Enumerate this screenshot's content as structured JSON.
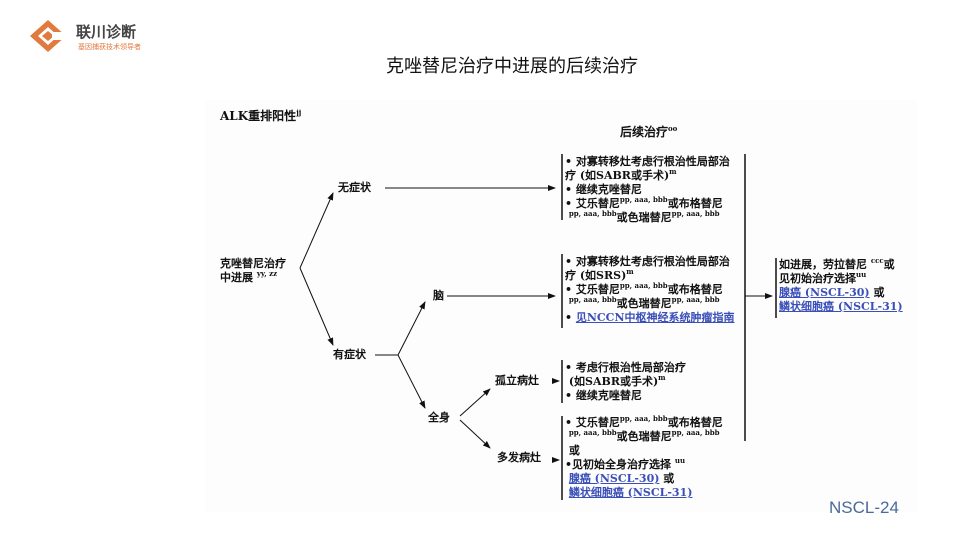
{
  "logo": {
    "name": "联川诊断",
    "tagline": "基因捕获技术领导者",
    "brand_color": "#e07a3e"
  },
  "title": "克唑替尼治疗中进展的后续治疗",
  "diagram": {
    "header_left": {
      "text": "ALK重排阳性",
      "sup": "jj"
    },
    "header_right": {
      "text": "后续治疗",
      "sup": "oo"
    },
    "root": {
      "line1": "克唑替尼治疗",
      "line2": "中进展",
      "sup": "yy, zz"
    },
    "asymptomatic": "无症状",
    "symptomatic": "有症状",
    "brain": "脑",
    "systemic": "全身",
    "isolated": "孤立病灶",
    "multiple": "多发病灶",
    "box1": {
      "l1": "• 对寡转移灶考虑行根治性局部治",
      "l2": "疗 (如SABR或手术)",
      "l2_sup": "m",
      "l3": "• 继续克唑替尼",
      "l4": "• 艾乐替尼",
      "sup_a": "pp, aaa, bbb",
      "l4b": "或布格替尼",
      "l5_sup": "pp, aaa, bbb",
      "l5": "或色瑞替尼",
      "sup_b": "pp, aaa, bbb"
    },
    "box2": {
      "l1": "• 对寡转移灶考虑行根治性局部治",
      "l2": "疗 (如SRS)",
      "l2_sup": "m",
      "l4": "• 艾乐替尼",
      "sup_a": "pp, aaa, bbb",
      "l4b": "或布格替尼",
      "l5_sup": "pp, aaa, bbb",
      "l5": "或色瑞替尼",
      "sup_b": "pp, aaa, bbb",
      "link": "见NCCN中枢神经系统肿瘤指南"
    },
    "box3": {
      "l1": "• 考虑行根治性局部治疗",
      "l2": "(如SABR或手术)",
      "l2_sup": "m",
      "l3": "• 继续克唑替尼"
    },
    "box4": {
      "l4": "• 艾乐替尼",
      "sup_a": "pp, aaa, bbb",
      "l4b": "或布格替尼",
      "l5_sup": "pp, aaa, bbb",
      "l5": "或色瑞替尼",
      "sup_b": "pp, aaa, bbb",
      "or": "或",
      "l6": "•见初始全身治疗选择",
      "l6_sup": "uu",
      "link1": "腺癌 (NSCL-30)",
      "or2": " 或",
      "link2": "鳞状细胞癌 (NSCL-31)"
    },
    "result": {
      "l1": "如进展，劳拉替尼",
      "l1_sup": "ccc",
      "l1b": "或",
      "l2": "见初始治疗选择",
      "l2_sup": "uu",
      "link1": "腺癌 (NSCL-30)",
      "or": " 或",
      "link2": "鳞状细胞癌 (NSCL-31)"
    }
  },
  "footer": "NSCL-24"
}
